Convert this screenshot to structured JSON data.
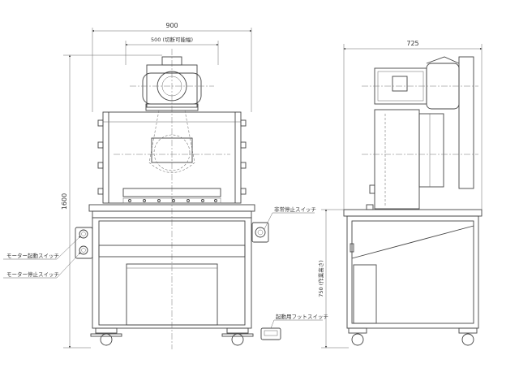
{
  "dimensions": {
    "overall_width": "900",
    "cutting_width": "500 (切断可能幅)",
    "side_depth": "725",
    "overall_height": "1600",
    "work_height": "750 (作業高さ)"
  },
  "callouts": {
    "emergency_stop": "非常停止スイッチ",
    "motor_start": "モーター起動スイッチ",
    "motor_stop": "モーター停止スイッチ",
    "foot_switch": "起動用フットスイッチ"
  }
}
